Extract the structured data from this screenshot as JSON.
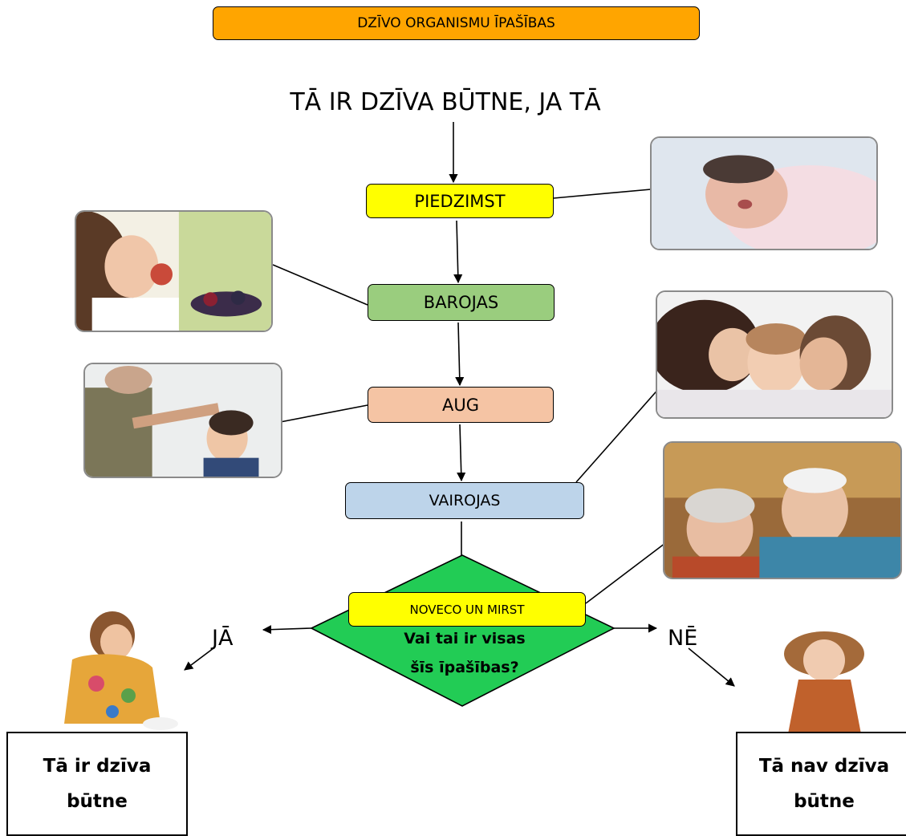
{
  "title": "DZĪVO ORGANISMU ĪPAŠĪBAS",
  "subtitle": "TĀ IR DZĪVA BŪTNE, JA TĀ",
  "steps": [
    "PIEDZIMST",
    "BAROJAS",
    "AUG",
    "VAIROJAS",
    "NOVECO UN MIRST"
  ],
  "decision": {
    "line1": "Vai tai ir visas",
    "line2": "šīs īpašības?",
    "yes_label": "JĀ",
    "no_label": "NĒ"
  },
  "results": {
    "yes": {
      "line1": "Tā ir dzīva",
      "line2": "būtne"
    },
    "no": {
      "line1": "Tā nav dzīva",
      "line2": "būtne"
    }
  },
  "colors": {
    "title": "#FFA500",
    "step1": "#FFFF00",
    "step2": "#9ACD7E",
    "step3": "#F5C4A4",
    "step4": "#BDD4EA",
    "step5": "#FFFF00",
    "decision": "#22CC55"
  }
}
